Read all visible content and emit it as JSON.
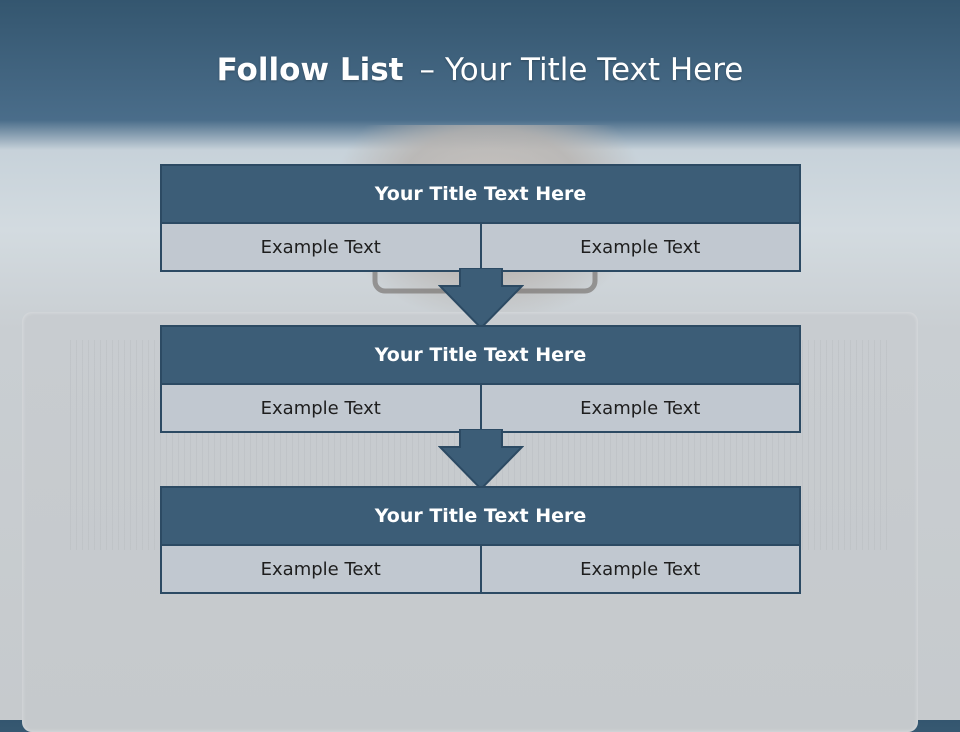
{
  "title": {
    "lead": "Follow List",
    "separator": "–",
    "rest": "Your Title Text Here"
  },
  "steps": [
    {
      "title": "Your Title Text Here",
      "cells": [
        "Example Text",
        "Example Text"
      ]
    },
    {
      "title": "Your Title Text Here",
      "cells": [
        "Example Text",
        "Example Text"
      ]
    },
    {
      "title": "Your Title Text Here",
      "cells": [
        "Example Text",
        "Example Text"
      ]
    }
  ],
  "colors": {
    "header": "#3c5d77",
    "border": "#2c4a63",
    "cell": "#c1c8d0",
    "title_band": "#34566f"
  },
  "icons": {
    "connector": "arrow-down-icon"
  }
}
